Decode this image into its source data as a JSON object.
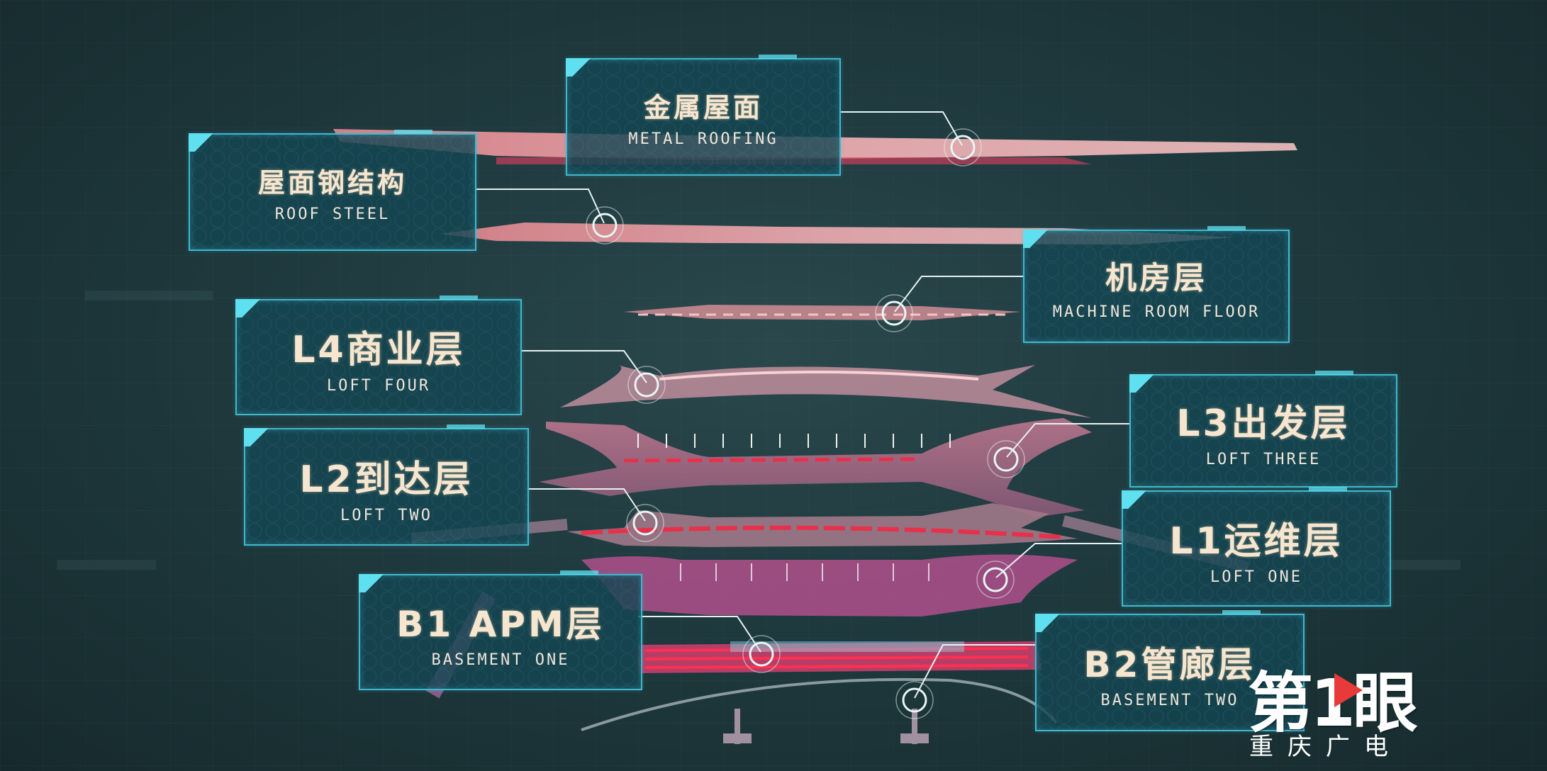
{
  "labels": {
    "metal_roofing": {
      "cn": "金属屋面",
      "en": "METAL ROOFING"
    },
    "roof_steel": {
      "cn": "屋面钢结构",
      "en": "ROOF STEEL"
    },
    "machine_room": {
      "cn": "机房层",
      "en": "MACHINE ROOM FLOOR"
    },
    "l4": {
      "cn": "L4商业层",
      "en": "LOFT FOUR"
    },
    "l3": {
      "cn": "L3出发层",
      "en": "LOFT THREE"
    },
    "l2": {
      "cn": "L2到达层",
      "en": "LOFT TWO"
    },
    "l1": {
      "cn": "L1运维层",
      "en": "LOFT ONE"
    },
    "b1": {
      "cn": "B1 APM层",
      "en": "BASEMENT ONE"
    },
    "b2": {
      "cn": "B2管廊层",
      "en": "BASEMENT TWO"
    }
  },
  "logo": {
    "main": "第1眼",
    "sub": "重庆广电"
  },
  "colors": {
    "frame_border": "#3fb8cf",
    "frame_fill": "#14465a",
    "structure_pink": "#f2a0a8",
    "structure_red": "#e8304a",
    "structure_magenta": "#d45ac8",
    "background": "#1f3a3e"
  }
}
